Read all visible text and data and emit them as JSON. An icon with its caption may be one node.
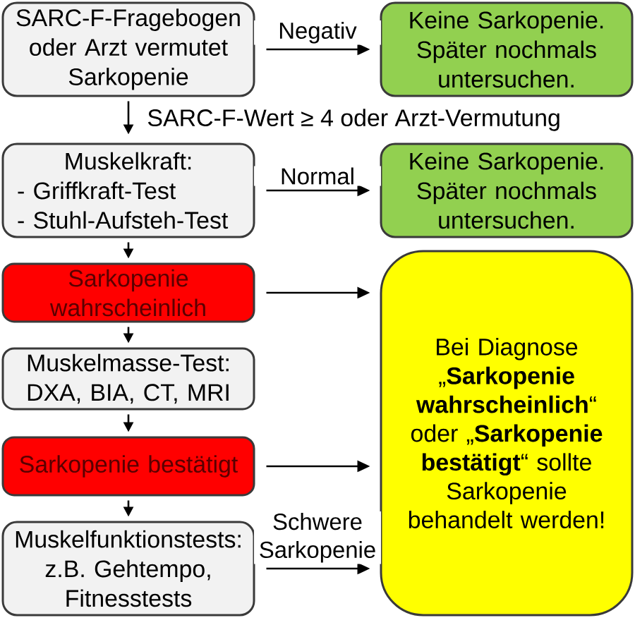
{
  "diagram": {
    "nodes": [
      {
        "text": [
          "SARC-F-Fragebogen oder Arzt vermutet Sarkopenie"
        ]
      },
      {
        "text": [
          "Keine Sarkopenie. Später nochmals untersuchen."
        ]
      },
      {
        "text": [
          "Muskelkraft:",
          "- Griffkraft-Test",
          "- Stuhl-Aufsteh-Test"
        ]
      },
      {
        "text": [
          "Keine Sarkopenie. Später nochmals untersuchen."
        ]
      },
      {
        "text": [
          "Sarkopenie wahrscheinlich"
        ]
      },
      {
        "text": [
          "Muskelmasse-Test: DXA, BIA, CT, MRI"
        ]
      },
      {
        "text": [
          "Sarkopenie bestätigt"
        ]
      },
      {
        "text": [
          "Muskelfunktionstests: z.B. Gehtempo, Fitnesstests"
        ]
      },
      {
        "text": [
          "Bei Diagnose „**Sarkopenie wahrscheinlich**“ oder „**Sarkopenie bestätigt**“ sollte Sarkopenie behandelt werden!"
        ]
      }
    ],
    "edges": [
      {
        "from": 0,
        "to": 1,
        "arrow": "to",
        "label": "Negativ"
      },
      {
        "from": 0,
        "to": 2,
        "arrow": "to",
        "label": "SARC-F-Wert ≥ 4 oder Arzt-Vermutung"
      },
      {
        "from": 2,
        "to": 3,
        "arrow": "to",
        "label": "Normal"
      },
      {
        "from": 2,
        "to": 4,
        "arrow": "to"
      },
      {
        "from": 4,
        "to": 8,
        "arrow": "to"
      },
      {
        "from": 4,
        "to": 5,
        "arrow": "to"
      },
      {
        "from": 5,
        "to": 6,
        "arrow": "to"
      },
      {
        "from": 6,
        "to": 8,
        "arrow": "to"
      },
      {
        "from": 6,
        "to": 7,
        "arrow": "to"
      },
      {
        "from": 7,
        "to": 8,
        "arrow": "to",
        "label": "Schwere Sarkopenie"
      }
    ]
  }
}
